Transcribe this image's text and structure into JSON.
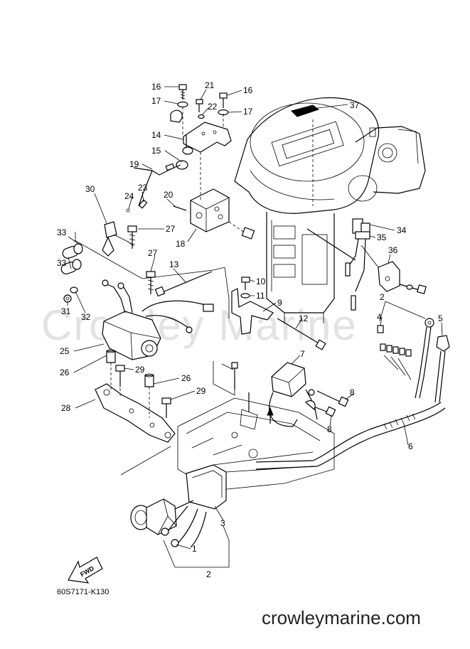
{
  "watermark": "Crowley Marine",
  "diagram_code": "60S7171-K130",
  "site": "crowleymarine.com",
  "fwd_label": "FWD",
  "callouts": [
    {
      "id": "c16a",
      "label": "16"
    },
    {
      "id": "c17a",
      "label": "17"
    },
    {
      "id": "c21",
      "label": "21"
    },
    {
      "id": "c22",
      "label": "22"
    },
    {
      "id": "c16b",
      "label": "16"
    },
    {
      "id": "c17b",
      "label": "17"
    },
    {
      "id": "c37",
      "label": "37"
    },
    {
      "id": "c14",
      "label": "14"
    },
    {
      "id": "c15",
      "label": "15"
    },
    {
      "id": "c19",
      "label": "19"
    },
    {
      "id": "c30",
      "label": "30"
    },
    {
      "id": "c23",
      "label": "23"
    },
    {
      "id": "c24",
      "label": "24"
    },
    {
      "id": "c20",
      "label": "20"
    },
    {
      "id": "c27a",
      "label": "27"
    },
    {
      "id": "c18",
      "label": "18"
    },
    {
      "id": "c34",
      "label": "34"
    },
    {
      "id": "c35",
      "label": "35"
    },
    {
      "id": "c33a",
      "label": "33"
    },
    {
      "id": "c33b",
      "label": "33"
    },
    {
      "id": "c36",
      "label": "36"
    },
    {
      "id": "c27b",
      "label": "27"
    },
    {
      "id": "c13",
      "label": "13"
    },
    {
      "id": "c10",
      "label": "10"
    },
    {
      "id": "c11",
      "label": "11"
    },
    {
      "id": "c32",
      "label": "32"
    },
    {
      "id": "c31",
      "label": "31"
    },
    {
      "id": "c9",
      "label": "9"
    },
    {
      "id": "c2a",
      "label": "2"
    },
    {
      "id": "c4",
      "label": "4"
    },
    {
      "id": "c5",
      "label": "5"
    },
    {
      "id": "c12",
      "label": "12"
    },
    {
      "id": "c25",
      "label": "25"
    },
    {
      "id": "c7",
      "label": "7"
    },
    {
      "id": "c26a",
      "label": "26"
    },
    {
      "id": "c29a",
      "label": "29"
    },
    {
      "id": "c26b",
      "label": "26"
    },
    {
      "id": "c28",
      "label": "28"
    },
    {
      "id": "c29b",
      "label": "29"
    },
    {
      "id": "c8a",
      "label": "8"
    },
    {
      "id": "c8b",
      "label": "8"
    },
    {
      "id": "c6",
      "label": "6"
    },
    {
      "id": "c3",
      "label": "3"
    },
    {
      "id": "c1",
      "label": "1"
    },
    {
      "id": "c2b",
      "label": "2"
    }
  ]
}
